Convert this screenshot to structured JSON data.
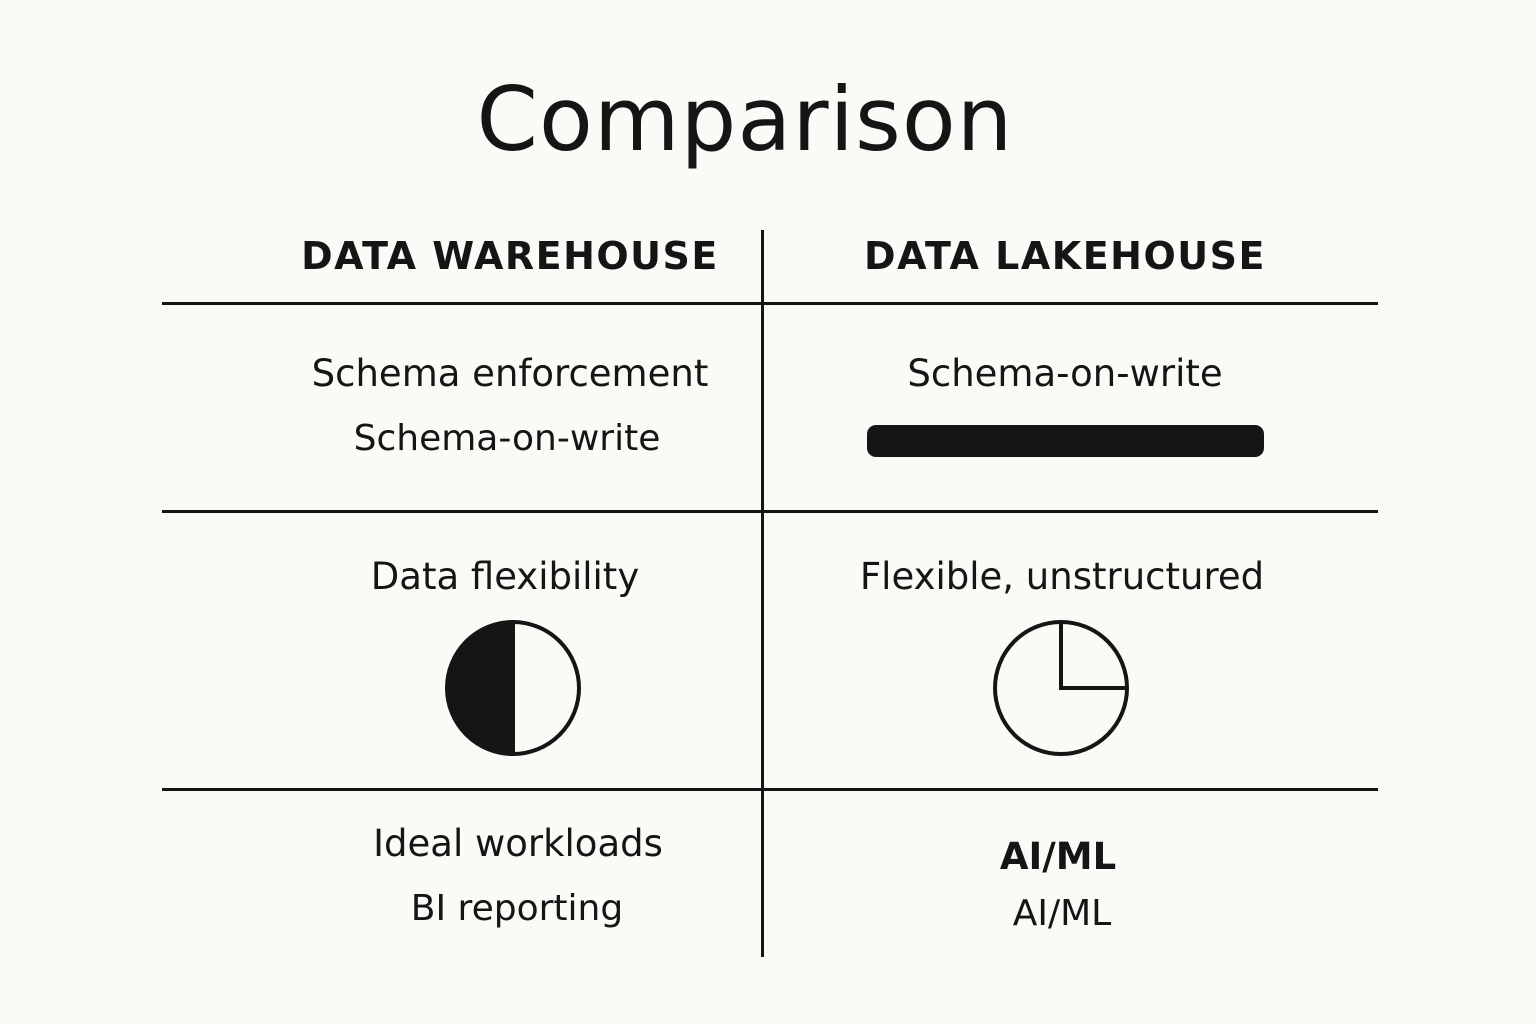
{
  "title": "Comparison",
  "columns": {
    "left_header": "DATA WAREHOUSE",
    "right_header": "DATA LAKEHOUSE"
  },
  "rows": [
    {
      "left_label": "Schema enforcement",
      "left_value": "Schema-on-write",
      "right_label": "Schema-on-write",
      "right_icon": "bar-icon"
    },
    {
      "left_label": "Data flexibility",
      "left_icon": "half-filled-circle-icon",
      "left_level": 0.5,
      "right_label": "Flexible, unstructured",
      "right_icon": "quarter-circle-icon",
      "right_level": 0.25
    },
    {
      "left_label": "Ideal workloads",
      "left_value": "BI reporting",
      "right_label": "AI/ML",
      "right_value": "AI/ML"
    }
  ],
  "colors": {
    "background": "#fbfaf6",
    "ink": "#151515"
  }
}
